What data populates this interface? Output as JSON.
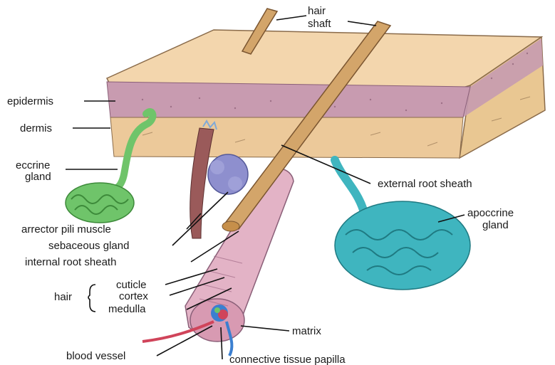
{
  "labels": {
    "hair_shaft_1": "hair",
    "hair_shaft_2": "shaft",
    "epidermis": "epidermis",
    "dermis": "dermis",
    "eccrine_1": "eccrine",
    "eccrine_2": "gland",
    "external_root_sheath": "external root sheath",
    "apocrine_1": "apoccrine",
    "apocrine_2": "gland",
    "arrector": "arrector pili muscle",
    "sebaceous": "sebaceous gland",
    "internal_root_sheath": "internal root sheath",
    "hair": "hair",
    "cuticle": "cuticle",
    "cortex": "cortex",
    "medulla": "medulla",
    "matrix": "matrix",
    "blood_vessel": "blood vessel",
    "papilla": "connective tissue papilla"
  },
  "colors": {
    "skin_top": "#f3d6ad",
    "epidermis": "#c89bb0",
    "dermis": "#ecc99a",
    "hair": "#d3a56a",
    "eccrine": "#6fc46a",
    "apocrine": "#3fb5bf",
    "sebaceous": "#8e8fce",
    "follicle": "#e3b3c6",
    "muscle": "#9a5a5a",
    "vessel_red": "#d0445a",
    "vessel_blue": "#3b7fd0"
  }
}
